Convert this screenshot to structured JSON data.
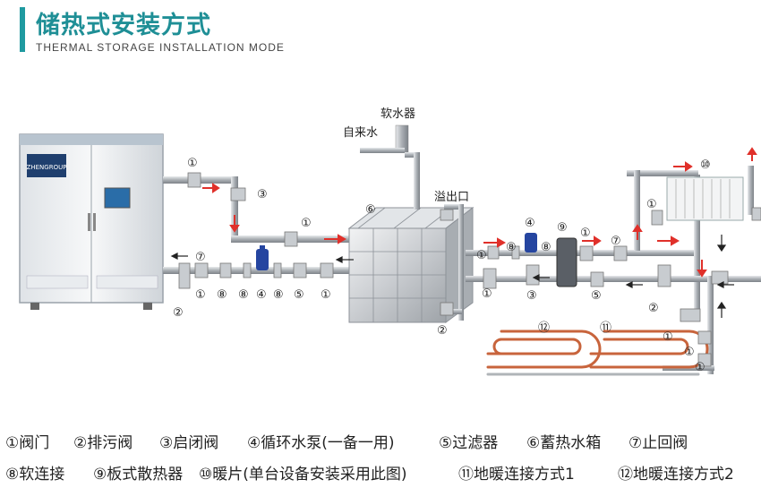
{
  "header": {
    "title": "储热式安装方式",
    "subtitle": "THERMAL STORAGE INSTALLATION MODE"
  },
  "diagram": {
    "boiler_brand": "ZHENGROUP",
    "labels": {
      "soft_water": "软水器",
      "tap_water": "自来水",
      "overflow": "溢出口"
    },
    "markers": [
      "①",
      "②",
      "③",
      "④",
      "⑤",
      "⑥",
      "⑦",
      "⑧",
      "⑨",
      "⑩",
      "⑪",
      "⑫"
    ]
  },
  "legend": {
    "row1": [
      "①阀门",
      "②排污阀",
      "③启闭阀",
      "④循环水泵(一备一用)",
      "⑤过滤器",
      "⑥蓄热水箱",
      "⑦止回阀"
    ],
    "row2": [
      "⑧软连接",
      "⑨板式散热器",
      "⑩暖片(单台设备安装采用此图)",
      "⑪地暖连接方式1",
      "⑫地暖连接方式2"
    ]
  }
}
